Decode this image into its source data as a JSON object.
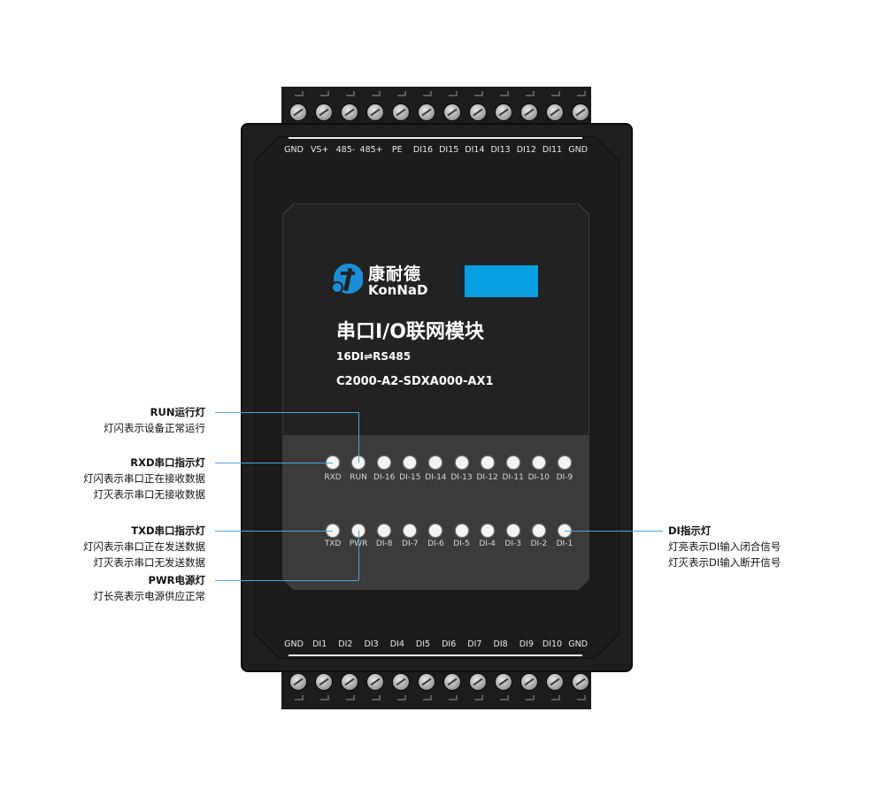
{
  "brand": {
    "name_cn": "康耐德",
    "name_en": "KonNaD",
    "accent_color": "#0a9fe0"
  },
  "product": {
    "title": "串口I/O联网模块",
    "subtitle": "16DI⇌RS485",
    "model": "C2000-A2-SDXA000-AX1"
  },
  "top_pins": [
    "GND",
    "VS+",
    "485-",
    "485+",
    "PE",
    "DI16",
    "DI15",
    "DI14",
    "DI13",
    "DI12",
    "DI11",
    "GND"
  ],
  "bottom_pins": [
    "GND",
    "DI1",
    "DI2",
    "DI3",
    "DI4",
    "DI5",
    "DI6",
    "DI7",
    "DI8",
    "DI9",
    "DI10",
    "GND"
  ],
  "led_row1": [
    "RXD",
    "RUN",
    "DI-16",
    "DI-15",
    "DI-14",
    "DI-13",
    "DI-12",
    "DI-11",
    "DI-10",
    "DI-9"
  ],
  "led_row2": [
    "TXD",
    "PWR",
    "DI-8",
    "DI-7",
    "DI-6",
    "DI-5",
    "DI-4",
    "DI-3",
    "DI-2",
    "DI-1"
  ],
  "annotations": {
    "run": [
      "RUN运行灯",
      "灯闪表示设备正常运行"
    ],
    "rxd": [
      "RXD串口指示灯",
      "灯闪表示串口正在接收数据",
      "灯灭表示串口无接收数据"
    ],
    "txd": [
      "TXD串口指示灯",
      "灯闪表示串口正在发送数据",
      "灯灭表示串口无发送数据"
    ],
    "pwr": [
      "PWR电源灯",
      "灯长亮表示电源供应正常"
    ],
    "di": [
      "DI指示灯",
      "灯亮表示DI输入闭合信号",
      "灯灭表示DI输入断开信号"
    ]
  },
  "colors": {
    "leader_line": "#4aa8e0",
    "device_body": "#1e1e1e",
    "led": "#f4f4f4"
  }
}
